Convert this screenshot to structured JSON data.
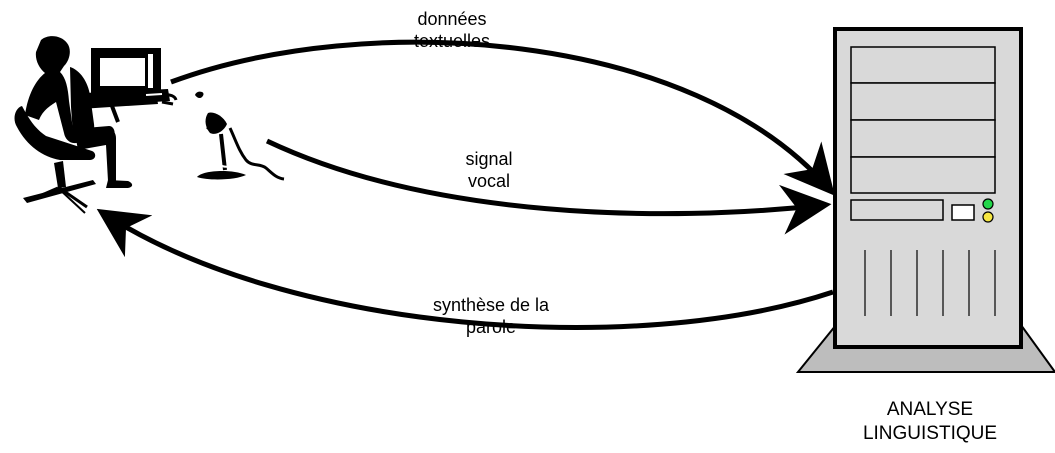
{
  "labels": {
    "textual_data": [
      "données",
      "textuelles"
    ],
    "voice_signal": [
      "signal",
      "vocal"
    ],
    "speech_synthesis": [
      "synthèse de la",
      "parole"
    ],
    "linguistic_analysis": [
      "ANALYSE",
      "LINGUISTIQUE"
    ]
  },
  "icons": {
    "user": "person-at-computer-icon",
    "microphone": "microphone-icon",
    "server": "computer-tower-icon"
  },
  "colors": {
    "ink": "#000000",
    "tower_fill": "#d9d9d9",
    "tower_base": "#bdbdbd",
    "power_light": "#22d64a",
    "status_light": "#f5e642",
    "screen_fill": "#ffffff"
  }
}
